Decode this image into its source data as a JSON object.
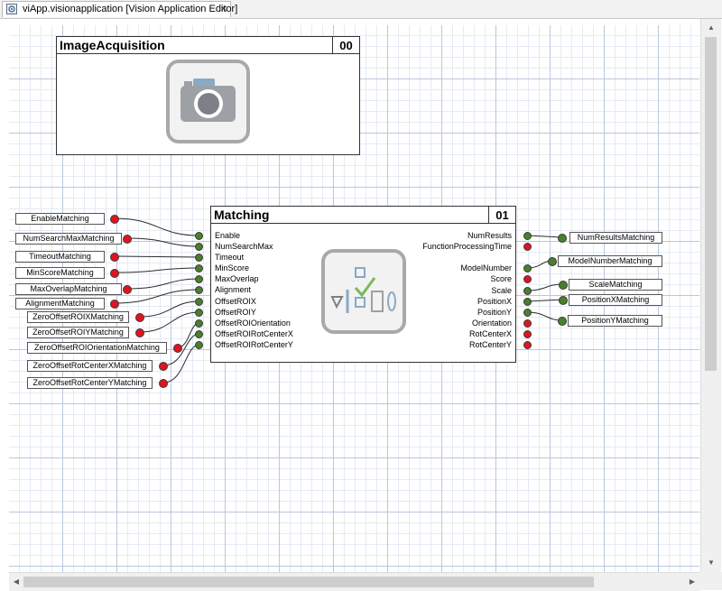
{
  "window": {
    "title": "viApp.visionapplication [Vision Application Editor]",
    "close_glyph": "✕"
  },
  "blocks": {
    "image_acquisition": {
      "title": "ImageAcquisition",
      "number": "00"
    },
    "matching": {
      "title": "Matching",
      "number": "01",
      "inputs": [
        "Enable",
        "NumSearchMax",
        "Timeout",
        "MinScore",
        "MaxOverlap",
        "Alignment",
        "OffsetROIX",
        "OffsetROIY",
        "OffsetROIOrientation",
        "OffsetROIRotCenterX",
        "OffsetROIRotCenterY"
      ],
      "outputs": [
        "NumResults",
        "FunctionProcessingTime",
        "ModelNumber",
        "Score",
        "Scale",
        "PositionX",
        "PositionY",
        "Orientation",
        "RotCenterX",
        "RotCenterY"
      ]
    }
  },
  "input_variables": [
    "EnableMatching",
    "NumSearchMaxMatching",
    "TimeoutMatching",
    "MinScoreMatching",
    "MaxOverlapMatching",
    "AlignmentMatching",
    "ZeroOffsetROIXMatching",
    "ZeroOffsetROIYMatching",
    "ZeroOffsetROIOrientationMatching",
    "ZeroOffsetRotCenterXMatching",
    "ZeroOffsetRotCenterYMatching"
  ],
  "output_variables": [
    "NumResultsMatching",
    "ModelNumberMatching",
    "ScaleMatching",
    "PositionXMatching",
    "PositionYMatching"
  ],
  "colors": {
    "connected_port": "#4a7f2c",
    "unconnected_port": "#e0141e",
    "grid_major": "#b8c8de",
    "grid_minor": "#e4ebf5"
  },
  "icons": {
    "tab": "vision-app-icon",
    "image_acquisition": "camera-icon",
    "matching": "matching-icon"
  }
}
